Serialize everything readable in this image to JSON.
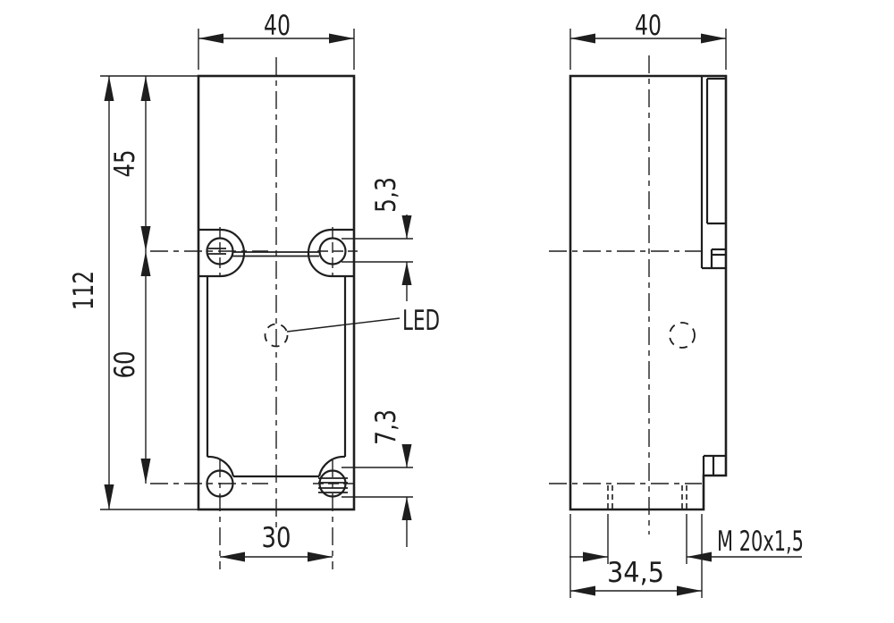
{
  "drawing": {
    "type": "technical-dimension-drawing",
    "colors": {
      "line": "#1e1e1e",
      "background": "#ffffff"
    },
    "front_view": {
      "width": "40",
      "height": "112",
      "top_hole_offset": "45",
      "hole_vertical_spacing": "60",
      "slot_width_top": "5,3",
      "slot_width_bottom": "7,3",
      "hole_horizontal_spacing": "30",
      "led_label": "LED"
    },
    "side_view": {
      "width": "40",
      "thread_label": "M 20x1,5",
      "base_width": "34,5"
    }
  }
}
